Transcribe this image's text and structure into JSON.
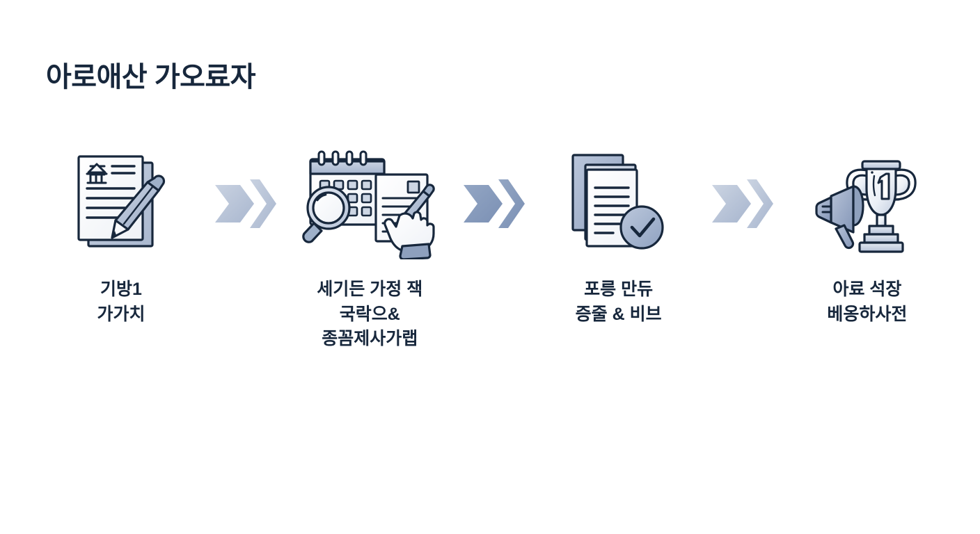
{
  "page": {
    "title": "아로애산 가오료자",
    "background_color": "#ffffff",
    "text_color": "#17273c"
  },
  "colors": {
    "ink": "#17273c",
    "paper": "#ffffff",
    "light_blue": "#b8c4d9",
    "mid_blue": "#97a8c4",
    "dark_blue": "#7e93b5",
    "arrow_light": "#b5c1d6",
    "arrow_dark": "#8496b8"
  },
  "flow": {
    "steps": [
      {
        "id": "step-1",
        "icon": "document-with-pen-icon",
        "icon_parts": [
          "contract-document",
          "bank-building-glyph",
          "pen"
        ],
        "label": "기방1\n가가치",
        "label_lines": [
          "기방1",
          "가가치"
        ]
      },
      {
        "id": "step-2",
        "icon": "calendar-search-signing-icon",
        "icon_parts": [
          "calendar",
          "magnifying-glass",
          "document",
          "hand-with-pen"
        ],
        "label": "세기든 가정 잭\n국락으&\n종꼼제사가랩",
        "label_lines": [
          "세기든 가정 잭",
          "국락으&",
          "종꼼제사가랩"
        ]
      },
      {
        "id": "step-3",
        "icon": "document-stack-check-icon",
        "icon_parts": [
          "stacked-documents",
          "check-circle"
        ],
        "label": "포릉 만듀\n증줄 & 비브",
        "label_lines": [
          "포릉 만듀",
          "증줄 & 비브"
        ]
      },
      {
        "id": "step-4",
        "icon": "megaphone-trophy-icon",
        "icon_parts": [
          "megaphone",
          "trophy"
        ],
        "trophy_number": "1",
        "label": "아료 석장\n베옹하사전",
        "label_lines": [
          "아료 석장",
          "베옹하사전"
        ]
      }
    ],
    "arrows": [
      {
        "id": "arrow-1",
        "icon": "double-chevron-right-icon",
        "shade": "light"
      },
      {
        "id": "arrow-2",
        "icon": "double-chevron-right-icon",
        "shade": "dark"
      },
      {
        "id": "arrow-3",
        "icon": "double-chevron-right-icon",
        "shade": "light"
      }
    ]
  }
}
